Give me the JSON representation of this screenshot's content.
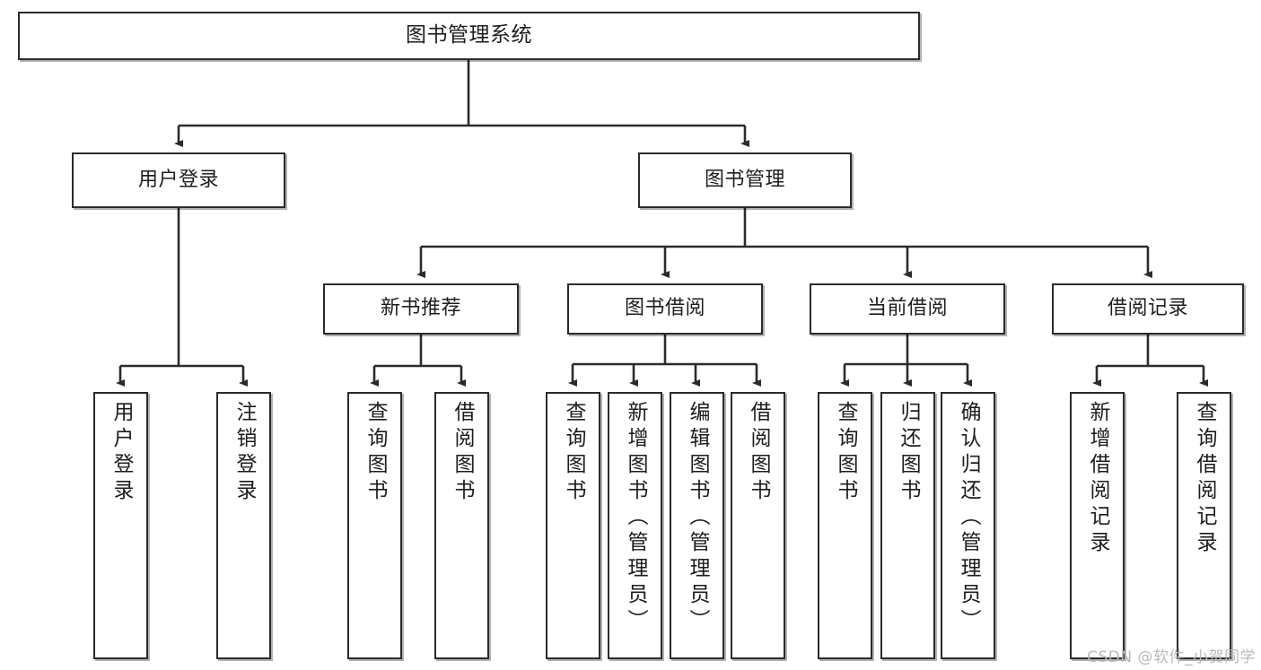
{
  "diagram": {
    "title": "图书管理系统",
    "type": "tree-hierarchy",
    "watermark": "CSDN @软件_小贺同学",
    "colors": {
      "box_border": "#2b2b2b",
      "box_fill": "#ffffff",
      "edge": "#2b2b2b",
      "text": "#1d1d1d",
      "watermark": "#b9b9b9"
    },
    "nodes": {
      "root": {
        "label": "图书管理系统"
      },
      "level2": [
        {
          "label": "用户登录"
        },
        {
          "label": "图书管理"
        }
      ],
      "level3": [
        {
          "label": "新书推荐"
        },
        {
          "label": "图书借阅"
        },
        {
          "label": "当前借阅"
        },
        {
          "label": "借阅记录"
        }
      ],
      "leaves": {
        "user_login": [
          {
            "label": "用户登录"
          },
          {
            "label": "注销登录"
          }
        ],
        "new_book_recommend": [
          {
            "label": "查询图书"
          },
          {
            "label": "借阅图书"
          }
        ],
        "book_borrow": [
          {
            "label": "查询图书"
          },
          {
            "label": "新增图书（管理员）"
          },
          {
            "label": "编辑图书（管理员）"
          },
          {
            "label": "借阅图书"
          }
        ],
        "current_borrow": [
          {
            "label": "查询图书"
          },
          {
            "label": "归还图书"
          },
          {
            "label": "确认归还（管理员）"
          }
        ],
        "borrow_record": [
          {
            "label": "新增借阅记录"
          },
          {
            "label": "查询借阅记录"
          }
        ]
      }
    }
  }
}
